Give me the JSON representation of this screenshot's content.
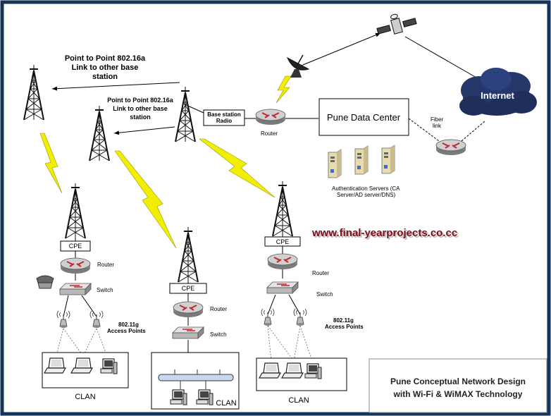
{
  "labels": {
    "p2p_top": [
      "Point to Point 802.16a",
      "Link to other base",
      "station"
    ],
    "p2p_mid": [
      "Point to Point 802.16a",
      "Link to other base",
      "station"
    ],
    "base_station_radio": [
      "Base station",
      "Radio"
    ],
    "router_main": "Router",
    "data_center": "Pune Data Center",
    "fiber_link": [
      "Fiber",
      "link"
    ],
    "internet": "Internet",
    "auth_servers": [
      "Authentication Servers (CA",
      "Server/AD server/DNS)"
    ],
    "watermark": "www.final-yearprojects.co.cc",
    "cpe": "CPE",
    "router": "Router",
    "switch": "Switch",
    "access_points": [
      "802.11g",
      "Access Points"
    ],
    "clan": "CLAN",
    "title": [
      "Pune Conceptual Network Design",
      "with Wi-Fi & WiMAX Technology"
    ]
  },
  "colors": {
    "frame": "#14355a",
    "cloud": "#1f2f5a",
    "lightning": "#f2ee00",
    "router": "#c4c4c4",
    "watermark": "#7a0f1a"
  },
  "icons": [
    "tower-icon",
    "satellite-icon",
    "dish-icon",
    "router-icon",
    "switch-icon",
    "access-point-icon",
    "laptop-icon",
    "desktop-icon",
    "server-icon",
    "telephone-icon",
    "cloud-icon",
    "lightning-icon"
  ]
}
